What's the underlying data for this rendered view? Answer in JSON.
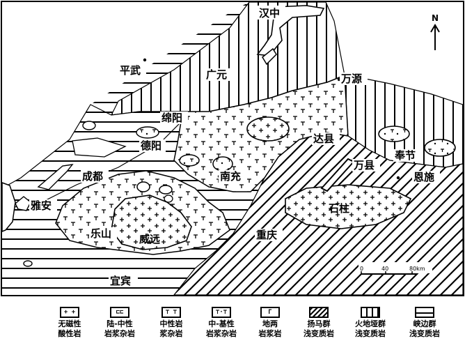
{
  "map": {
    "north": "N",
    "scale": {
      "ticks": [
        "0",
        "40",
        "80km"
      ]
    },
    "places": [
      {
        "name": "汉中"
      },
      {
        "name": "平武"
      },
      {
        "name": "广元"
      },
      {
        "name": "万源"
      },
      {
        "name": "绵阳"
      },
      {
        "name": "德阳"
      },
      {
        "name": "达县"
      },
      {
        "name": "奉节"
      },
      {
        "name": "成都"
      },
      {
        "name": "南充"
      },
      {
        "name": "万县"
      },
      {
        "name": "雅安"
      },
      {
        "name": "恩施"
      },
      {
        "name": "石柱"
      },
      {
        "name": "乐山"
      },
      {
        "name": "威远"
      },
      {
        "name": "重庆"
      },
      {
        "name": "宜宾"
      }
    ]
  },
  "legend": {
    "items": [
      {
        "icon": "plus-symbol-swatch",
        "line1": "无磁性",
        "line2": "酸性岩"
      },
      {
        "icon": "bracket-symbol-swatch",
        "line1": "陆-中性",
        "line2": "岩浆杂岩"
      },
      {
        "icon": "tee-symbol-swatch",
        "line1": "中性岩",
        "line2": "浆杂岩"
      },
      {
        "icon": "tee-dot-swatch",
        "line1": "中-基性",
        "line2": "岩浆杂岩"
      },
      {
        "icon": "bracket-gamma-swatch",
        "line1": "地两",
        "line2": "岩浆岩"
      },
      {
        "icon": "diagonal-hatch-swatch",
        "line1": "扬马群",
        "line2": "浅变质岩"
      },
      {
        "icon": "vertical-hatch-swatch",
        "line1": "火地垭群",
        "line2": "浅变质岩"
      },
      {
        "icon": "horizontal-hatch-swatch",
        "line1": "峡边群",
        "line2": "浅变质岩"
      }
    ]
  }
}
